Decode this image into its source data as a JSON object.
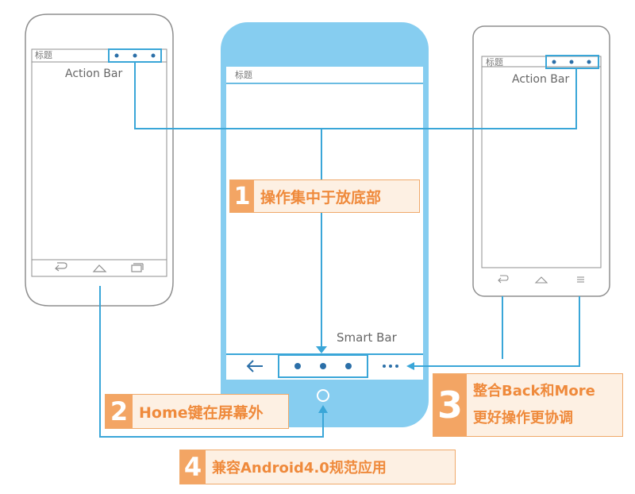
{
  "phones": {
    "left": {
      "title": "标题",
      "action_bar_label": "Action Bar"
    },
    "center": {
      "title": "标题",
      "smart_bar_label": "Smart Bar"
    },
    "right": {
      "title": "标题",
      "action_bar_label": "Action Bar"
    }
  },
  "icons": {
    "back": "back-arrow-icon",
    "home": "home-icon",
    "recents": "recents-icon",
    "menu": "menu-lines-icon",
    "more": "more-dots-icon"
  },
  "callouts": [
    {
      "number": "1",
      "lines": [
        "操作集中于放底部"
      ]
    },
    {
      "number": "2",
      "lines": [
        "Home键在屏幕外"
      ]
    },
    {
      "number": "3",
      "lines": [
        "整合Back和More",
        "更好操作更协调"
      ]
    },
    {
      "number": "4",
      "lines": [
        "兼容Android4.0规范应用"
      ]
    }
  ],
  "colors": {
    "connector": "#3aa6d8",
    "center_phone": "#86cdf0",
    "callout_fill": "#fdf0e3",
    "callout_number_bg": "#f3a564",
    "callout_text": "#ef8a3c",
    "outline_phone": "#8f8f8f"
  }
}
